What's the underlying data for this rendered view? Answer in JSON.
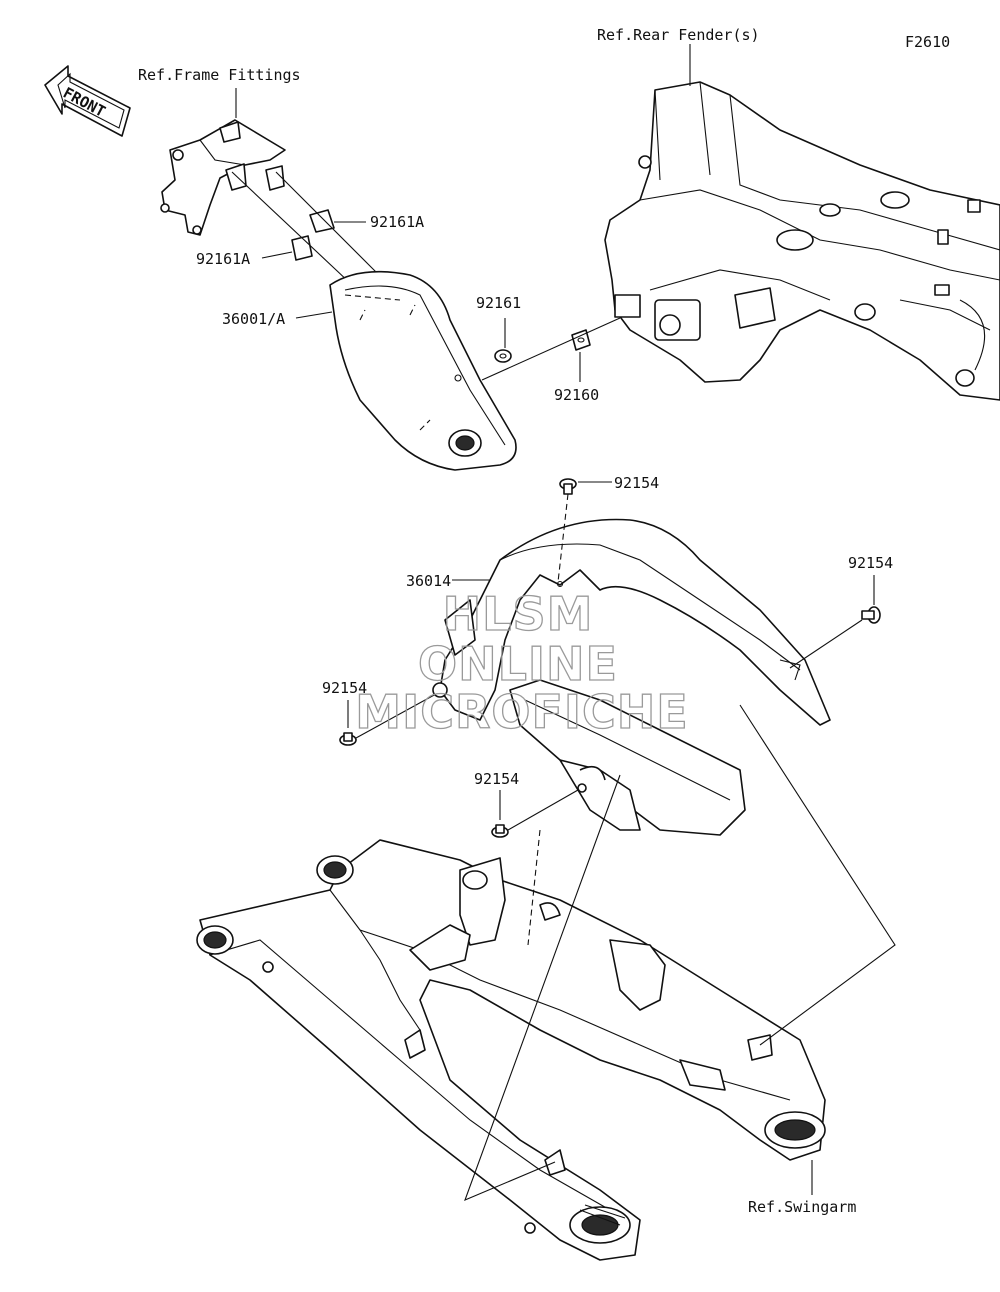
{
  "figure_code": "F2610",
  "front_arrow": {
    "text": "FRONT",
    "icon": "front-direction-arrow-icon"
  },
  "references": {
    "frame_fittings": "Ref.Frame Fittings",
    "rear_fenders": "Ref.Rear Fender(s)",
    "swingarm": "Ref.Swingarm"
  },
  "parts": {
    "p92161A_upper": "92161A",
    "p92161A_lower": "92161A",
    "p36001A": "36001/A",
    "p92161": "92161",
    "p92160": "92160",
    "p92154_top": "92154",
    "p36014": "36014",
    "p92154_right": "92154",
    "p92154_left": "92154",
    "p92154_lower": "92154"
  },
  "watermark": {
    "line1": "HLSM",
    "line2": "ONLINE",
    "line3": "MICROFICHE"
  }
}
